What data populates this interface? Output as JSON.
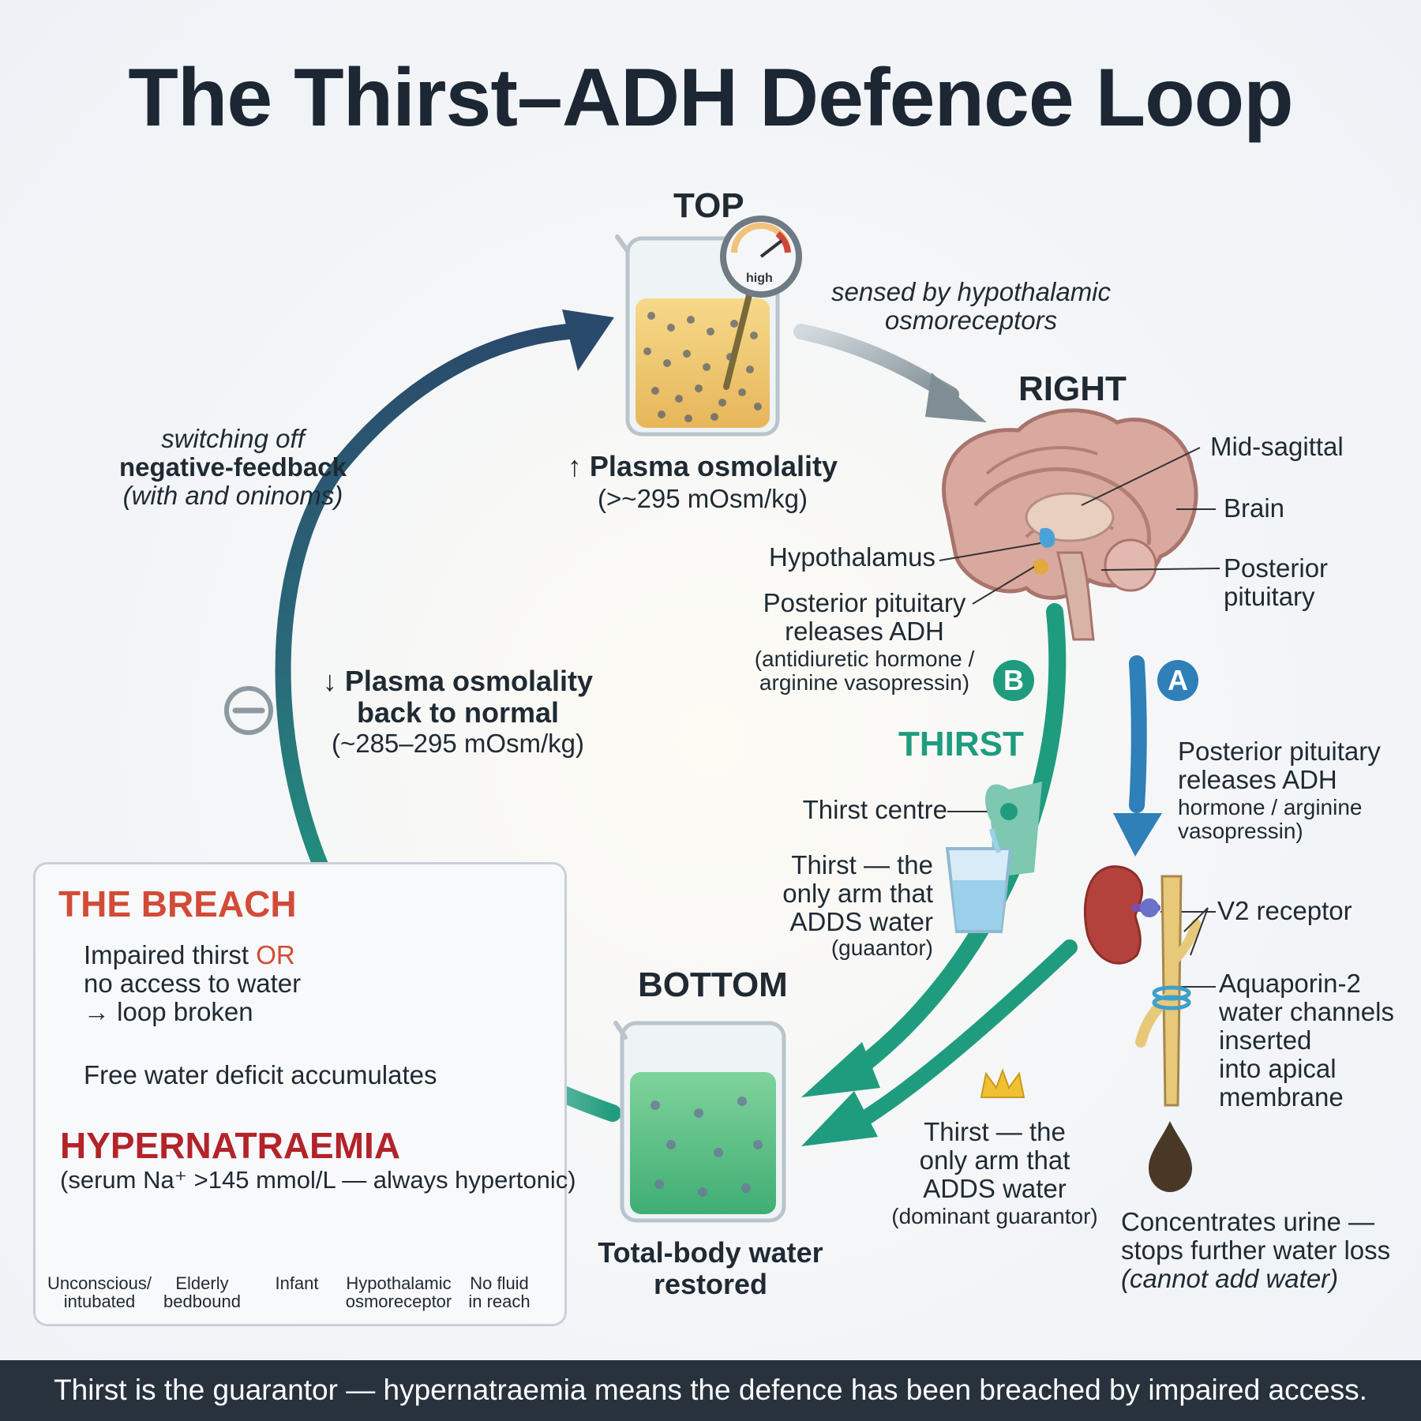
{
  "title": "The Thirst–ADH Defence Loop",
  "top": {
    "heading": "TOP",
    "gauge_label": "high",
    "label": "↑ Plasma osmolality",
    "sublabel": "(>~295 mOsm/kg)"
  },
  "top_to_right": {
    "line1": "sensed by hypothalamic",
    "line2": "osmoreceptors"
  },
  "right": {
    "heading": "RIGHT",
    "mid_sagittal": "Mid-sagittal",
    "brain": "Brain",
    "posterior_pituitary_1": "Posterior",
    "posterior_pituitary_2": "pituitary",
    "hypothalamus": "Hypothalamus",
    "releases_1": "Posterior pituitary",
    "releases_2": "releases ADH",
    "releases_3": "(antidiuretic hormone /",
    "releases_4": "arginine vasopressin)"
  },
  "arm_a": {
    "badge": "A",
    "line1": "Posterior pituitary",
    "line2": "releases ADH",
    "line3": "hormone / arginine",
    "line4": "vasopressin)",
    "v2": "V2 receptor",
    "aqp_1": "Aquaporin-2",
    "aqp_2": "water channels",
    "aqp_3": "inserted",
    "aqp_4": "into apical",
    "aqp_5": "membrane",
    "urine_1": "Concentrates urine —",
    "urine_2": "stops further water loss",
    "urine_3": "(cannot add water)"
  },
  "arm_b": {
    "badge": "B",
    "heading": "THIRST",
    "thirst_centre": "Thirst centre",
    "only_1": "Thirst — the",
    "only_2": "only arm that",
    "only_3": "ADDS water",
    "only_4": "(guaantor)",
    "dom_1": "Thirst — the",
    "dom_2": "only arm that",
    "dom_3": "ADDS water",
    "dom_4": "(dominant guarantor)"
  },
  "bottom": {
    "heading": "BOTTOM",
    "label_1": "Total-body water",
    "label_2": "restored"
  },
  "left": {
    "label_1": "↓ Plasma osmolality",
    "label_2": "back to normal",
    "label_3": "(~285–295 mOsm/kg)",
    "switch_1": "switching off",
    "switch_2": "negative-feedback",
    "switch_3": "(with and oninoms)"
  },
  "breach": {
    "title": "THE BREACH",
    "line1a": "Impaired thirst ",
    "line1b": "OR",
    "line2": "no access to water",
    "line3": "→ loop broken",
    "deficit": "Free water deficit accumulates",
    "hyper": "HYPERNATRAEMIA",
    "hyper_sub": "(serum Na⁺ >145 mmol/L — always hypertonic)",
    "groups": [
      {
        "l1": "Unconscious/",
        "l2": "intubated"
      },
      {
        "l1": "Elderly",
        "l2": "bedbound"
      },
      {
        "l1": "Infant",
        "l2": ""
      },
      {
        "l1": "Hypothalamic",
        "l2": "osmoreceptor"
      },
      {
        "l1": "No fluid",
        "l2": "in reach"
      }
    ]
  },
  "footer": "Thirst is the guarantor — hypernatraemia means the defence has been breached by impaired access.",
  "colors": {
    "navy": "#2a4a6b",
    "teal": "#1f9c7e",
    "blue": "#2f7fb8",
    "red": "#d24b36",
    "gray_arrow": "#8c9aa0"
  }
}
